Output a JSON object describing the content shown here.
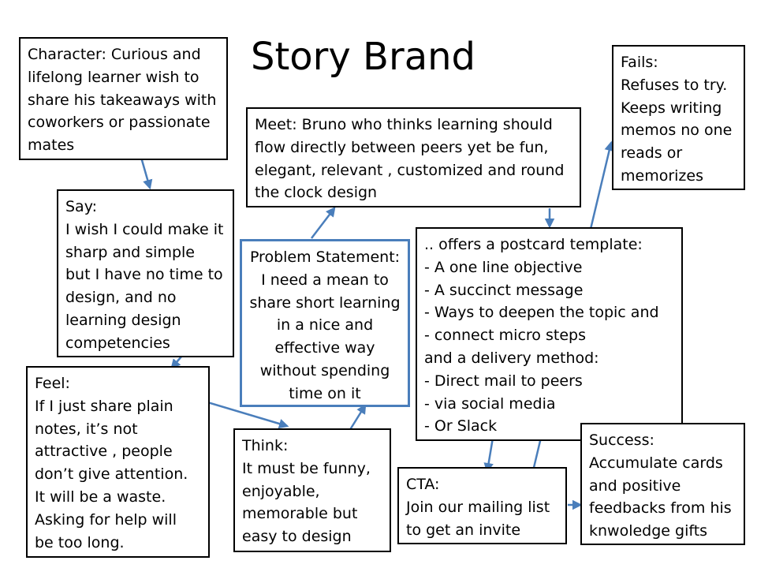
{
  "title": "Story Brand",
  "boxes": {
    "character": "Character: Curious and\nlifelong learner wish to\nshare his takeaways with\ncoworkers or passionate\nmates",
    "say": "Say:\nI wish I could make it\nsharp and simple\nbut I have no time to\ndesign, and no\nlearning design\ncompetencies",
    "feel": "Feel:\nIf I just share plain\nnotes, it’s not\nattractive ,  people\ndon’t give attention.\nIt will be a waste.\nAsking for help will\nbe too long.",
    "problem": "Problem Statement:\nI need a mean to\nshare short learning\nin a nice and\neffective way\nwithout spending\ntime on it",
    "think": "Think:\nIt must be funny,\nenjoyable,\nmemorable but\neasy to design",
    "meet": "Meet: Bruno who thinks learning should\nflow directly between peers yet be fun,\nelegant, relevant , customized and round\nthe clock design",
    "offers": ".. offers a postcard template:\n- A one line objective\n- A succinct message\n- Ways to deepen the topic and\n- connect micro steps\nand a delivery method:\n- Direct mail to peers\n- via social media\n- Or Slack",
    "cta": "CTA:\nJoin our mailing list\nto get an invite",
    "fails": "Fails:\nRefuses to try.\nKeeps writing\nmemos no one\nreads or\nmemorizes",
    "success": "Success:\nAccumulate cards\nand positive\nfeedbacks from his\nknwoledge gifts"
  },
  "colors": {
    "arrow": "#4a7ebb",
    "border": "#000000",
    "highlight_border": "#4a7ebb"
  }
}
